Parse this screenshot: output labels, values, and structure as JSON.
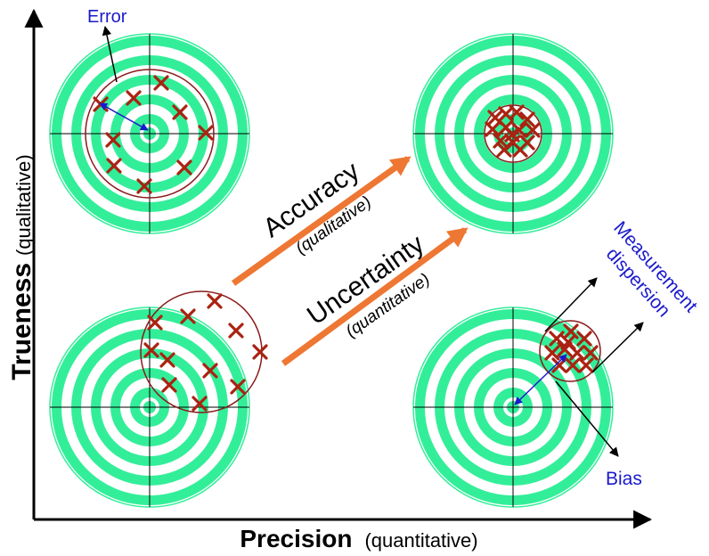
{
  "axes": {
    "x_label_bold": "Precision",
    "x_label_qual": "(quantitative)",
    "y_label_bold": "Trueness",
    "y_label_qual": "(qualitative)"
  },
  "arrows": {
    "accuracy": {
      "label": "Accuracy",
      "sublabel": "(qualitative)"
    },
    "uncertainty": {
      "label": "Uncertainty",
      "sublabel": "(quantitative)"
    }
  },
  "annotations": {
    "error": "Error",
    "measurement_dispersion_line1": "Measurement",
    "measurement_dispersion_line2": "dispersion",
    "bias": "Bias"
  },
  "colors": {
    "ring_green": "#33ee99",
    "cross_red": "#aa2211",
    "circle_dark_red": "#8b1a1a",
    "arrow_orange": "#ee7733",
    "annotation_blue": "#1a1acc",
    "axis_black": "#000000"
  },
  "targets": [
    {
      "id": "low-precision-high-trueness",
      "position": "top-left"
    },
    {
      "id": "high-precision-high-trueness",
      "position": "top-right"
    },
    {
      "id": "low-precision-low-trueness",
      "position": "bottom-left"
    },
    {
      "id": "high-precision-low-trueness",
      "position": "bottom-right"
    }
  ]
}
